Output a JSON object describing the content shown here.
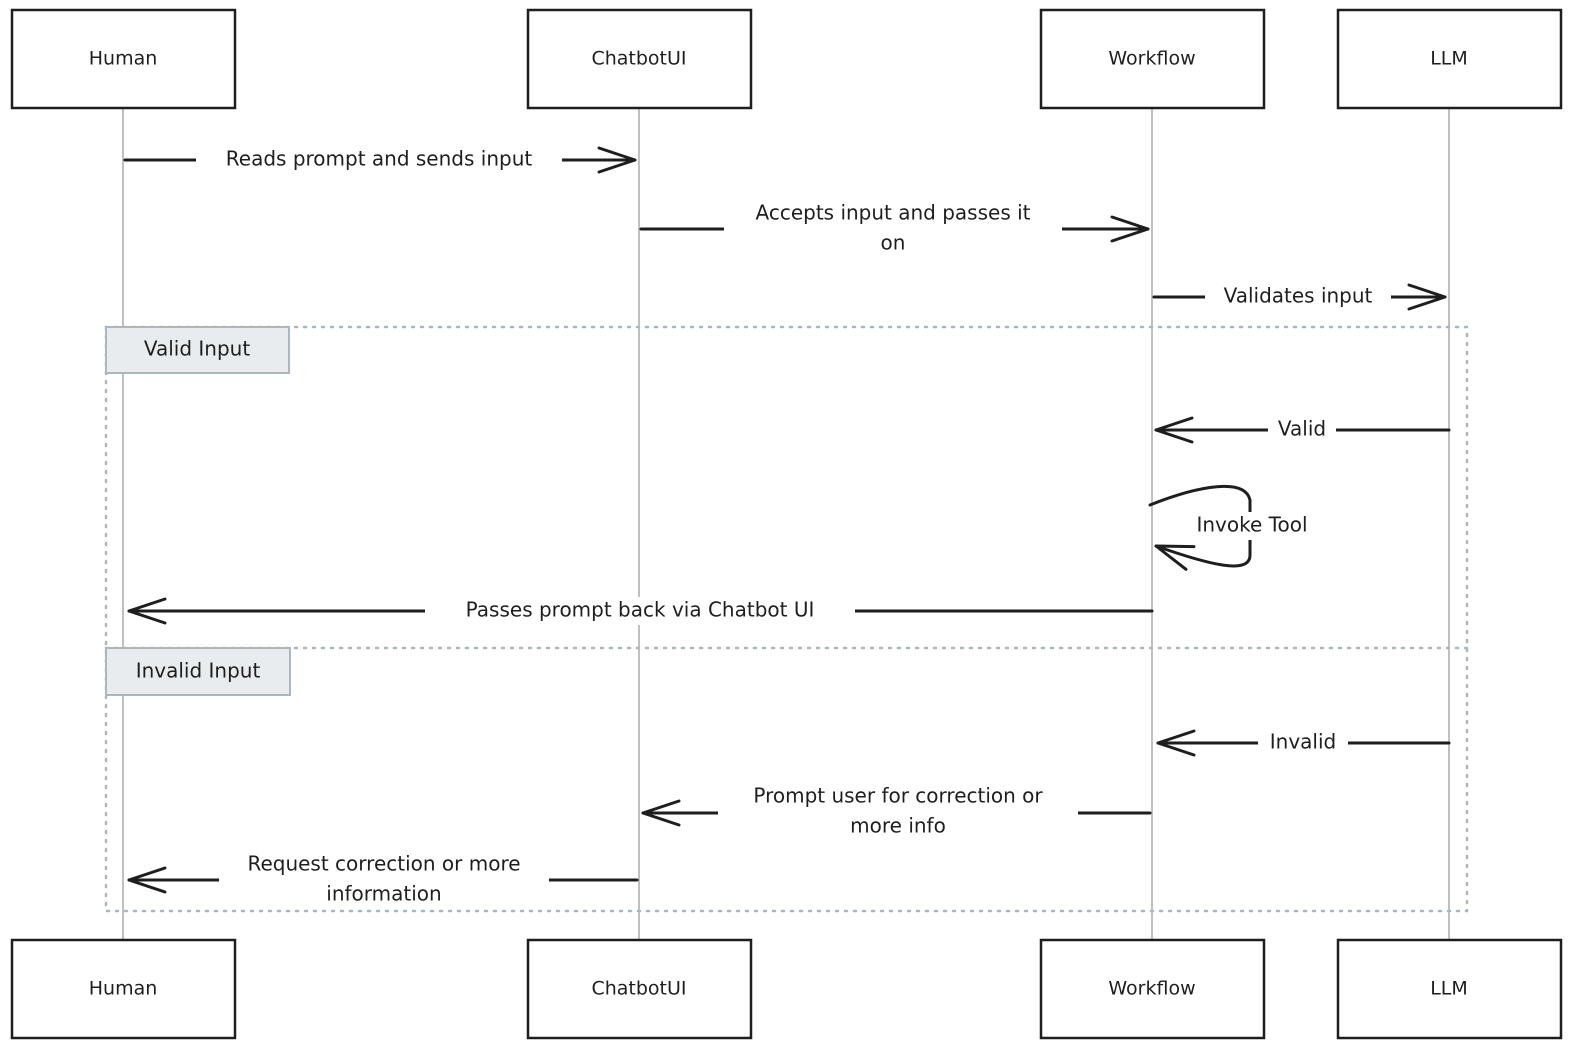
{
  "participants": [
    {
      "name": "Human"
    },
    {
      "name": "ChatbotUI"
    },
    {
      "name": "Workflow"
    },
    {
      "name": "LLM"
    }
  ],
  "messages": [
    {
      "from": "Human",
      "to": "ChatbotUI",
      "lines": [
        "Reads prompt and sends input"
      ]
    },
    {
      "from": "ChatbotUI",
      "to": "Workflow",
      "lines": [
        "Accepts input and passes it",
        "on"
      ]
    },
    {
      "from": "Workflow",
      "to": "LLM",
      "lines": [
        "Validates input"
      ]
    },
    {
      "from": "LLM",
      "to": "Workflow",
      "lines": [
        "Valid"
      ]
    },
    {
      "from": "Workflow",
      "to": "Workflow",
      "lines": [
        "Invoke Tool"
      ]
    },
    {
      "from": "Workflow",
      "to": "Human",
      "lines": [
        "Passes prompt back via Chatbot UI"
      ]
    },
    {
      "from": "LLM",
      "to": "Workflow",
      "lines": [
        "Invalid"
      ]
    },
    {
      "from": "Workflow",
      "to": "ChatbotUI",
      "lines": [
        "Prompt user for correction or",
        "more info"
      ]
    },
    {
      "from": "ChatbotUI",
      "to": "Human",
      "lines": [
        "Request correction or more",
        "information"
      ]
    }
  ],
  "alt_frame": {
    "sections": [
      {
        "label": "Valid Input"
      },
      {
        "label": "Invalid Input"
      }
    ]
  },
  "colors": {
    "stroke": "#1e1e1e",
    "lifeline": "#9e9e9e",
    "frame": "#adb5bd",
    "label_fill": "#e9ecef"
  }
}
